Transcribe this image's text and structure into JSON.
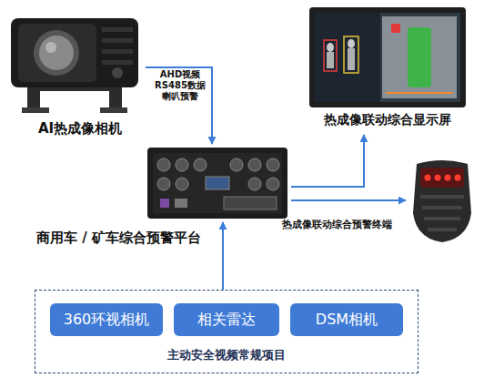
{
  "diagram": {
    "nodes": [
      {
        "text": [
          "AI热成像相机"
        ]
      },
      {
        "text": [
          "热成像联动综合显示屏"
        ]
      },
      {
        "text": [
          "商用车 / 矿车综合预警平台"
        ]
      },
      {
        "text": [
          "热成像联动综合预警终端"
        ]
      },
      {
        "text": [
          "主动安全视频常规项目"
        ]
      },
      {
        "text": [
          "360环视相机"
        ],
        "in": 4
      },
      {
        "text": [
          "相关雷达"
        ],
        "in": 4
      },
      {
        "text": [
          "DSM相机"
        ],
        "in": 4
      }
    ],
    "edges": [
      {
        "from": 0,
        "to": 2,
        "arrow": "to",
        "label": "AHD视频 RS485数据 喇叭预警"
      },
      {
        "from": 2,
        "to": 1,
        "arrow": "to"
      },
      {
        "from": 2,
        "to": 3,
        "arrow": "to"
      },
      {
        "from": 4,
        "to": 2,
        "arrow": "to"
      }
    ]
  }
}
